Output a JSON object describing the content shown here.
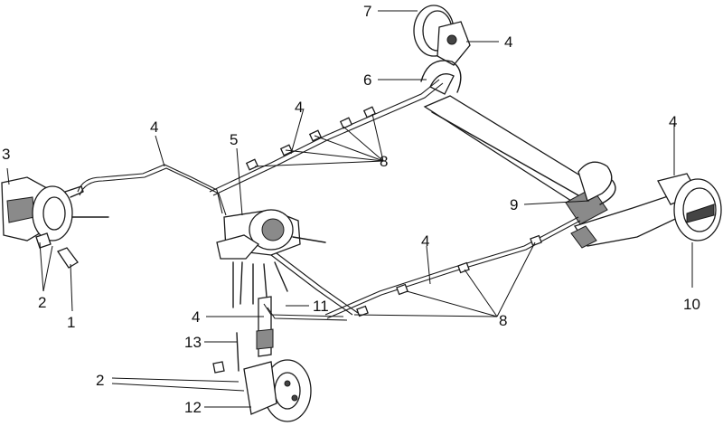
{
  "callouts": {
    "c1": "1",
    "c2a": "2",
    "c2b": "2",
    "c3": "3",
    "c4a": "4",
    "c4b": "4",
    "c4c": "4",
    "c4d": "4",
    "c4e": "4",
    "c4f": "4",
    "c5": "5",
    "c6": "6",
    "c7": "7",
    "c8a": "8",
    "c8b": "8",
    "c9": "9",
    "c10": "10",
    "c11": "11",
    "c12": "12",
    "c13": "13"
  }
}
